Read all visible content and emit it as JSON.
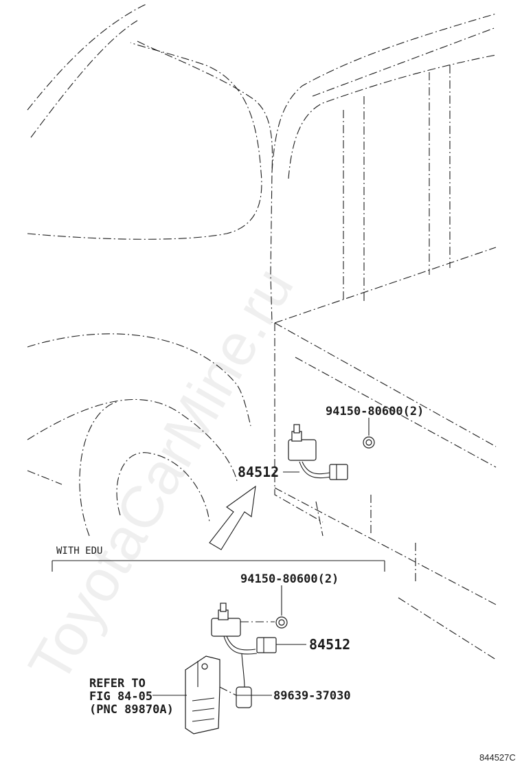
{
  "figure_id": "844527C",
  "watermark": "ToyotaCarMine.ru",
  "section_label": "WITH EDU",
  "main_view": {
    "bolt_label": "94150-80600(2)",
    "sensor_label": "84512"
  },
  "edu_view": {
    "bolt_label": "94150-80600(2)",
    "sensor_label": "84512",
    "clamp_label": "89639-37030",
    "refer_line1": "REFER TO",
    "refer_line2": "FIG 84-05",
    "refer_line3": "(PNC 89870A)"
  },
  "icons": [
    "door-switch-icon",
    "bolt-icon",
    "connector-icon",
    "clamp-icon",
    "edu-unit-icon",
    "direction-arrow-icon"
  ]
}
